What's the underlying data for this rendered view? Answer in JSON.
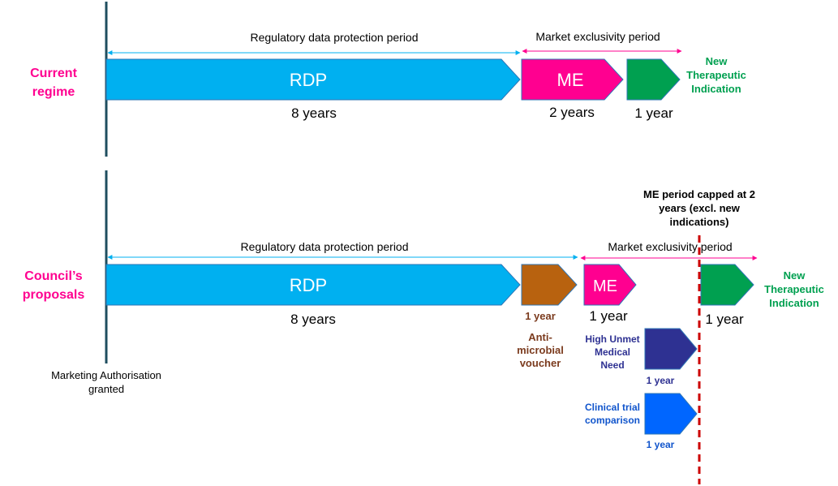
{
  "colors": {
    "rdp": "#00b0f0",
    "me": "#ff0090",
    "new_indication": "#00a050",
    "antimicrobial": "#b8620f",
    "unmet_need": "#2e3192",
    "clinical_trial": "#0066ff",
    "regime_label": "#ff0090",
    "timeline": "#1f4e5f",
    "cap_line": "#cc0000",
    "antimicrobial_text": "#7b3b1e",
    "unmet_text": "#2e3192",
    "clinical_text": "#1155cc"
  },
  "current": {
    "label_line1": "Current",
    "label_line2": "regime",
    "rdp_period_label": "Regulatory data protection period",
    "me_period_label": "Market exclusivity period",
    "rdp_label": "RDP",
    "rdp_duration": "8 years",
    "me_label": "ME",
    "me_duration": "2 years",
    "ni_duration": "1 year",
    "ni_label_line1": "New",
    "ni_label_line2": "Therapeutic",
    "ni_label_line3": "Indication"
  },
  "proposal": {
    "label_line1": "Council’s",
    "label_line2": "proposals",
    "rdp_period_label": "Regulatory data protection period",
    "me_period_label": "Market exclusivity period",
    "rdp_label": "RDP",
    "rdp_duration": "8 years",
    "am_duration": "1 year",
    "am_label_line1": "Anti-",
    "am_label_line2": "microbial",
    "am_label_line3": "voucher",
    "me_label": "ME",
    "me_duration": "1 year",
    "ni_duration": "1 year",
    "ni_label_line1": "New",
    "ni_label_line2": "Therapeutic",
    "ni_label_line3": "Indication",
    "unmet_label_line1": "High Unmet",
    "unmet_label_line2": "Medical",
    "unmet_label_line3": "Need",
    "unmet_duration": "1 year",
    "clinical_label_line1": "Clinical trial",
    "clinical_label_line2": "comparison",
    "clinical_duration": "1 year",
    "cap_note_line1": "ME period capped at 2",
    "cap_note_line2": "years (excl. new",
    "cap_note_line3": "indications)"
  },
  "marketing_auth_line1": "Marketing Authorisation",
  "marketing_auth_line2": "granted"
}
